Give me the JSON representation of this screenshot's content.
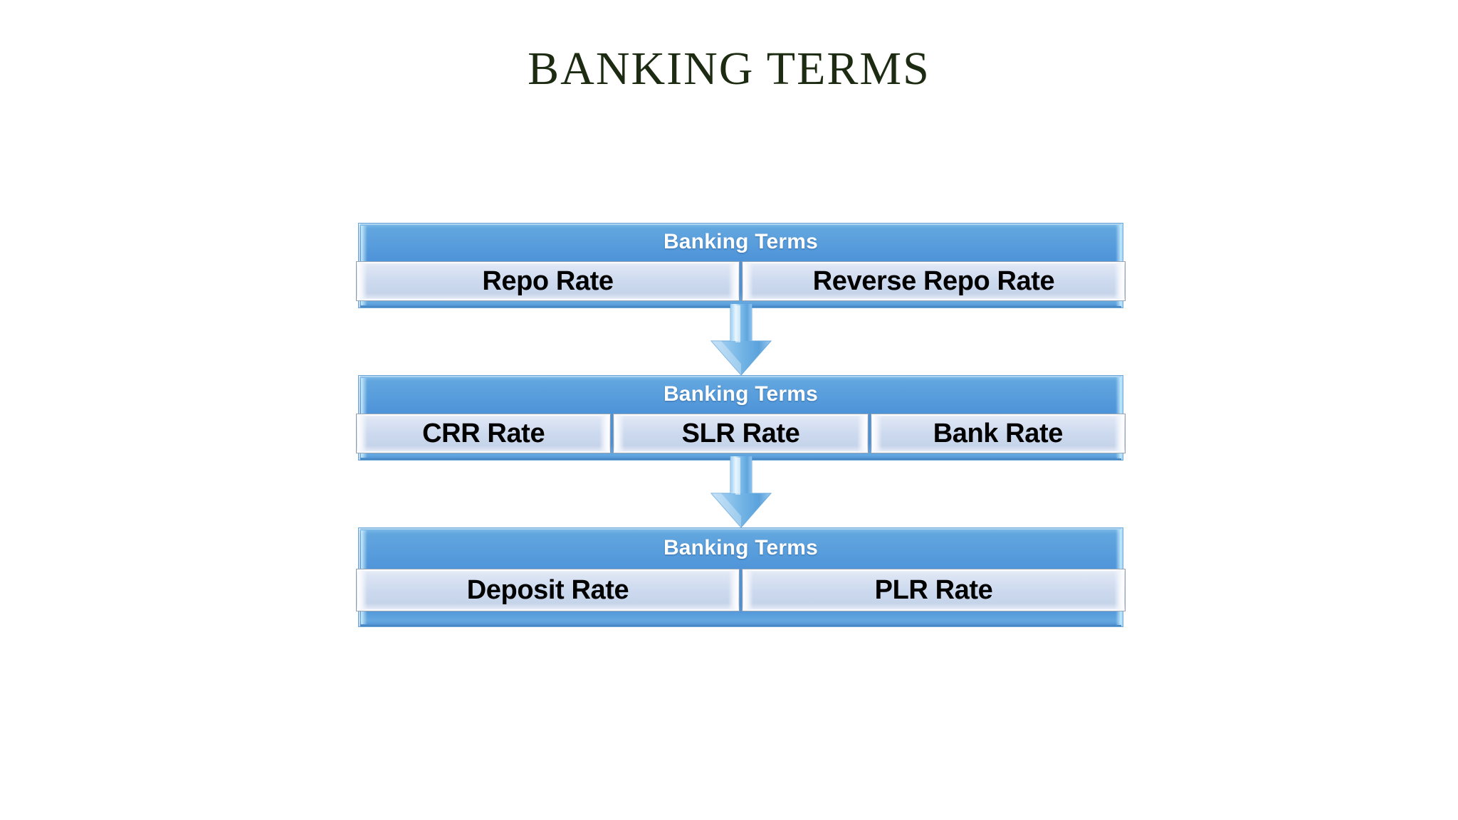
{
  "slide": {
    "title": "BANKING TERMS",
    "title_color": "#1d2b12",
    "background": "#ffffff"
  },
  "theme": {
    "header_blue": "#4d93d8",
    "header_blue_light": "#7fbce9",
    "leaf_fill": "#ccd9ee",
    "leaf_text": "#000000",
    "header_text": "#ffffff",
    "arrow_blue": "#6fb2e4"
  },
  "diagram": {
    "type": "vertical-chevron-list",
    "groups": [
      {
        "header": "Banking Terms",
        "items": [
          {
            "label": "Repo Rate"
          },
          {
            "label": "Reverse Repo Rate"
          }
        ]
      },
      {
        "header": "Banking Terms",
        "items": [
          {
            "label": "CRR Rate"
          },
          {
            "label": "SLR Rate"
          },
          {
            "label": "Bank Rate"
          }
        ]
      },
      {
        "header": "Banking Terms",
        "items": [
          {
            "label": "Deposit Rate"
          },
          {
            "label": "PLR Rate"
          }
        ]
      }
    ],
    "connectors": [
      {
        "icon": "down-arrow-icon",
        "from": 0,
        "to": 1
      },
      {
        "icon": "down-arrow-icon",
        "from": 1,
        "to": 2
      }
    ]
  }
}
